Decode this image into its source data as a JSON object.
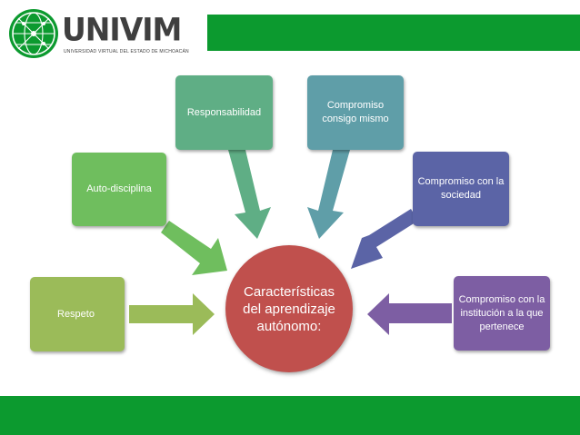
{
  "header": {
    "brand_name": "UNIVIM",
    "brand_subtitle": "UNIVERSIDAD VIRTUAL DEL ESTADO DE MICHOACÁN"
  },
  "diagram": {
    "center": "Características del aprendizaje autónomo:",
    "nodes": {
      "respeto": "Respeto",
      "auto_disciplina": "Auto-disciplina",
      "responsabilidad": "Responsabilidad",
      "consigo": "Compromiso consigo mismo",
      "sociedad": "Compromiso con la sociedad",
      "institucion": "Compromiso con la institución a la que pertenece"
    }
  },
  "colors": {
    "brand_green": "#0c9a2f",
    "logo_gray": "#3f3f3f",
    "center": "#c0504d",
    "respeto": "#9bbb59",
    "auto_disciplina": "#6fbe5e",
    "responsabilidad": "#5fae85",
    "consigo": "#5f9ea8",
    "sociedad": "#5b64a6",
    "institucion": "#7d5ea3"
  }
}
